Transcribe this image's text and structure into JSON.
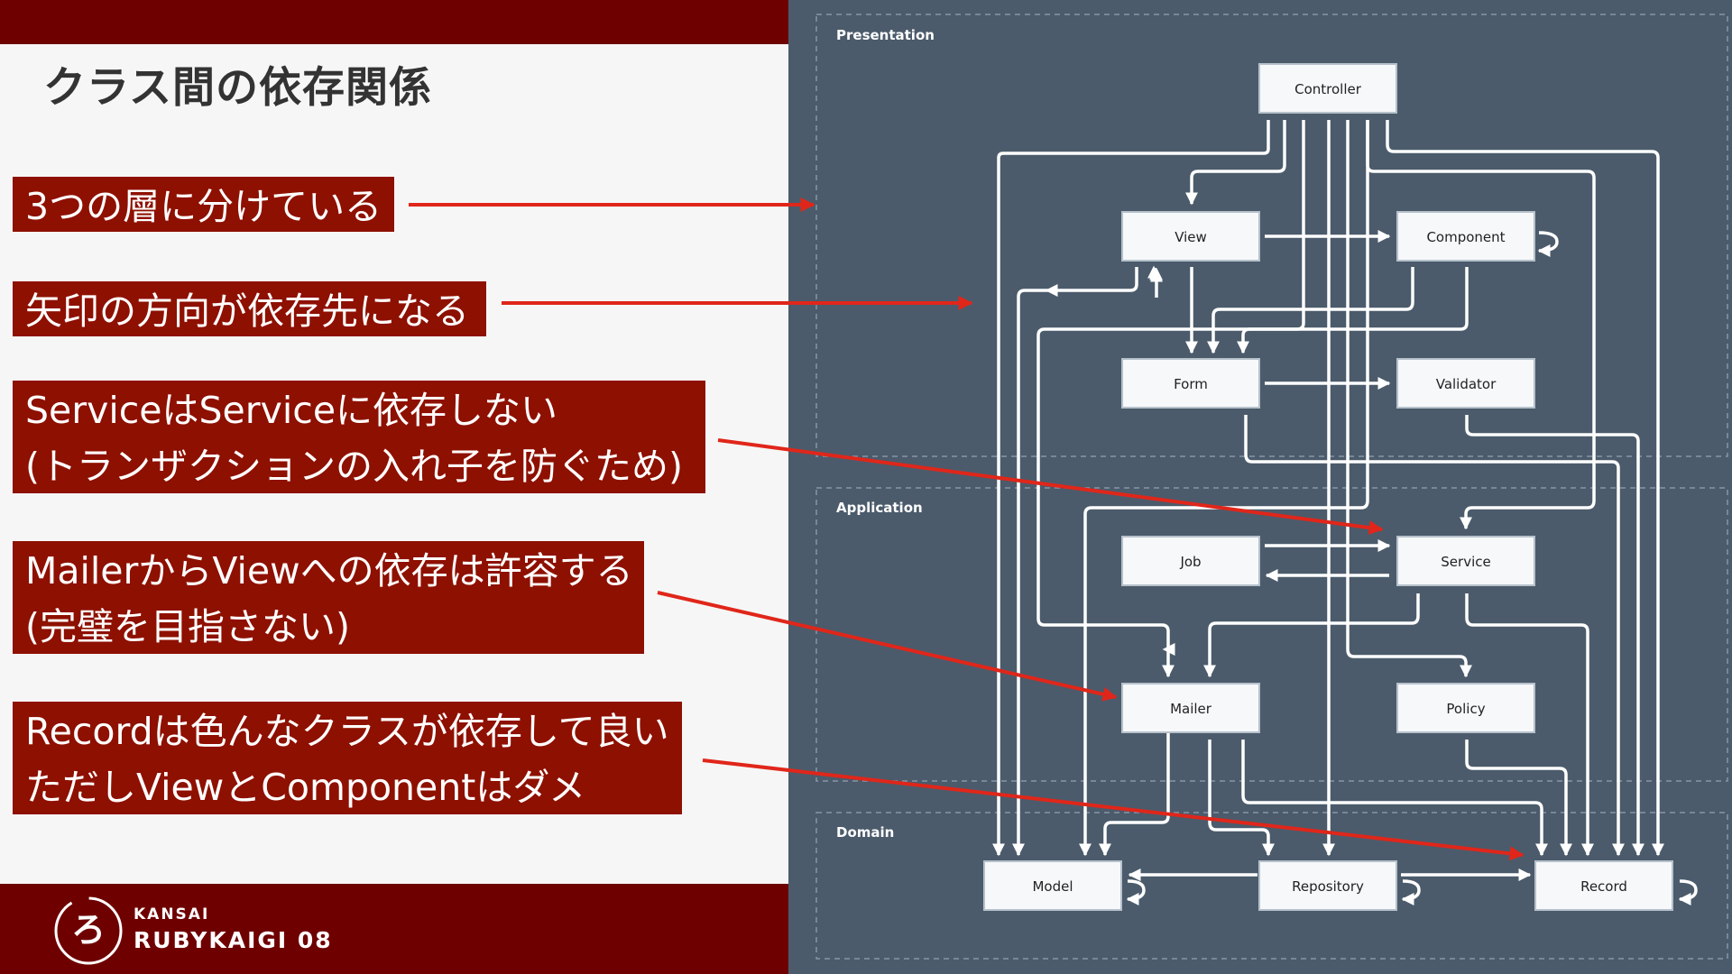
{
  "slide": {
    "title": "クラス間の依存関係"
  },
  "notes": [
    {
      "lines": [
        "3つの層に分けている"
      ]
    },
    {
      "lines": [
        "矢印の方向が依存先になる"
      ]
    },
    {
      "lines": [
        "ServiceはServiceに依存しない",
        "(トランザクションの入れ子を防ぐため)"
      ]
    },
    {
      "lines": [
        "MailerからViewへの依存は許容する",
        "(完璧を目指さない)"
      ]
    },
    {
      "lines": [
        "Recordは色んなクラスが依存して良い",
        "ただしViewとComponentはダメ"
      ]
    }
  ],
  "layers": {
    "presentation": "Presentation",
    "application": "Application",
    "domain": "Domain"
  },
  "nodes": {
    "controller": "Controller",
    "view": "View",
    "component": "Component",
    "form": "Form",
    "validator": "Validator",
    "job": "Job",
    "service": "Service",
    "mailer": "Mailer",
    "policy": "Policy",
    "model": "Model",
    "repository": "Repository",
    "record": "Record"
  },
  "logo": {
    "line1": "KANSAI",
    "line2": "RUBYKAIGI 08"
  },
  "colors": {
    "brand_dark_red": "#6f0000",
    "note_red": "#8e1000",
    "arrow_red": "#e0261a",
    "panel": "#4b5b6b"
  }
}
